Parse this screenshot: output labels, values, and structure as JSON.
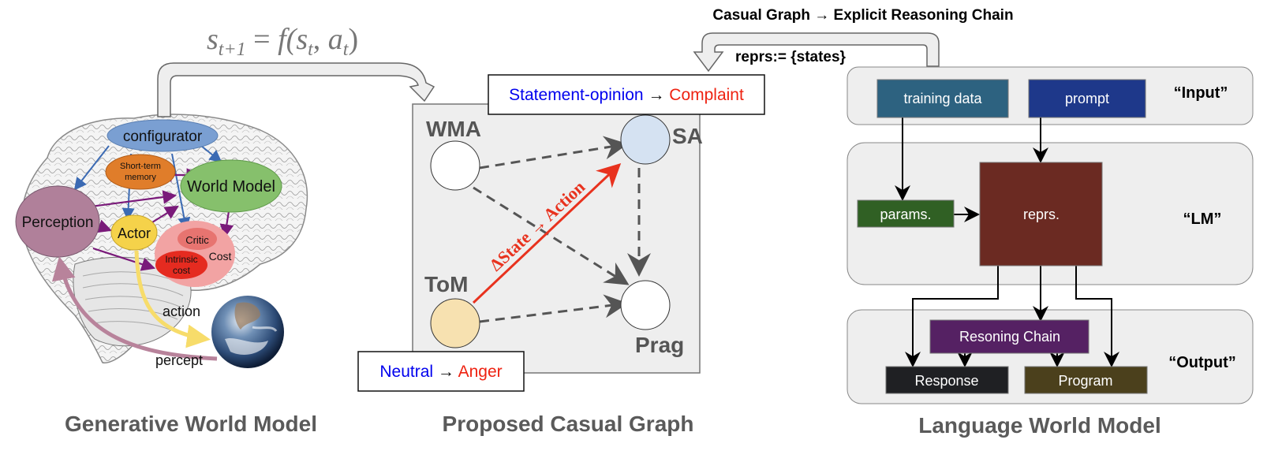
{
  "panels": {
    "generative": {
      "caption": "Generative World Model",
      "formula": {
        "lhs_base": "s",
        "lhs_sub": "t+1",
        "eq": " = ",
        "fn": "f(",
        "arg1_base": "s",
        "arg1_sub": "t",
        "comma": ", ",
        "arg2_base": "a",
        "arg2_sub": "t",
        "close": ")"
      },
      "modules": {
        "configurator": "configurator",
        "short_term_memory_line1": "Short-term",
        "short_term_memory_line2": "memory",
        "world_model": "World Model",
        "perception": "Perception",
        "actor": "Actor",
        "critic": "Critic",
        "cost": "Cost",
        "intrinsic_cost_line1": "Intrinsic",
        "intrinsic_cost_line2": "cost"
      },
      "labels": {
        "action": "action",
        "percept": "percept"
      },
      "colors": {
        "configurator": "#7a9fd2",
        "short_term_memory": "#e07d2a",
        "world_model": "#86c06c",
        "perception": "#b0809a",
        "actor": "#f5d24a",
        "cost": "#f2a3a3",
        "critic": "#e77470",
        "intrinsic_cost": "#e52b20",
        "blue_arrow": "#3b6ab3",
        "purple_arrow": "#7a1a7a",
        "action_arrow": "#f7dc6a",
        "percept_arrow": "#b8839b"
      }
    },
    "causal": {
      "caption": "Proposed Casual Graph",
      "nodes": {
        "wma": "WMA",
        "sa": "SA",
        "tom": "ToM",
        "prag": "Prag"
      },
      "edge_label": "ΔState → Action",
      "top_box": {
        "from": "Statement-opinion",
        "arrow": " → ",
        "to": "Complaint"
      },
      "bottom_box": {
        "from": "Neutral",
        "arrow": " → ",
        "to": "Anger"
      },
      "colors": {
        "from": "#0000ee",
        "to": "#ee2211",
        "sa_fill": "#d5e2f2",
        "tom_fill": "#f7e1b0",
        "edge": "#e8321e"
      }
    },
    "language": {
      "caption": "Language World Model",
      "title": "Casual Graph → Explicit Reasoning Chain",
      "repr_assign": "reprs:= {states}",
      "sections": {
        "input": "“Input”",
        "lm": "“LM”",
        "output": "“Output”"
      },
      "boxes": {
        "training_data": "training data",
        "prompt": "prompt",
        "params": "params.",
        "reprs": "reprs.",
        "reasoning_chain": "Resoning Chain",
        "response": "Response",
        "program": "Program"
      },
      "colors": {
        "training_data": "#2d6280",
        "prompt": "#1e388a",
        "params": "#306024",
        "reprs": "#6b2a22",
        "reasoning_chain": "#552163",
        "response": "#1f2023",
        "program": "#4b401c"
      }
    }
  }
}
